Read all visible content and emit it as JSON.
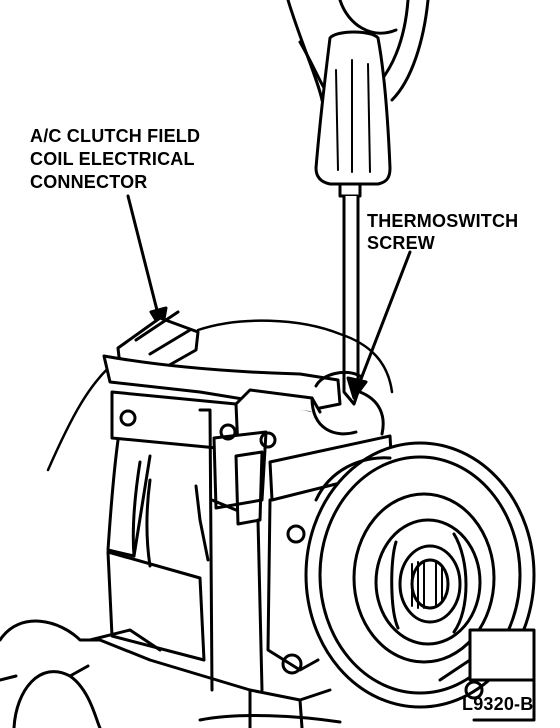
{
  "labels": {
    "clutch_connector": {
      "line1": "A/C CLUTCH FIELD",
      "line2": "COIL ELECTRICAL",
      "line3": "CONNECTOR"
    },
    "thermoswitch_screw": {
      "line1": "THERMOSWITCH",
      "line2": "SCREW"
    },
    "figure_id": "L9320-B"
  },
  "colors": {
    "ink": "#000000",
    "paper": "#ffffff"
  }
}
